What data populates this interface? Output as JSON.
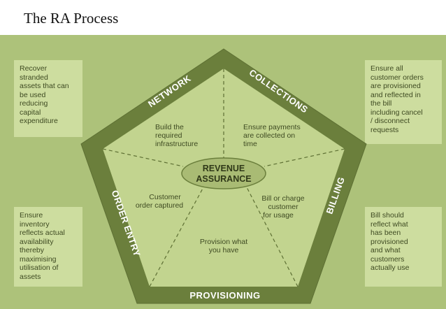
{
  "title": "The RA Process",
  "center": {
    "line1": "REVENUE",
    "line2": "ASSURANCE"
  },
  "bands": {
    "network": "NETWORK",
    "collections": "COLLECTIONS",
    "billing": "BILLING",
    "provisioning": "PROVISIONING",
    "order_entry": "ORDER ENTRY"
  },
  "segments": {
    "network": [
      "Build the",
      "required",
      "infrastructure"
    ],
    "collections": [
      "Ensure payments",
      "are collected on",
      "time"
    ],
    "billing": [
      "Bill or charge",
      "customer",
      "for usage"
    ],
    "provisioning": [
      "Provision what",
      "you have"
    ],
    "order_entry": [
      "Customer",
      "order captured"
    ]
  },
  "notes": {
    "top_left": "Recover\nstranded\nassets that can\nbe used\nreducing\ncapital\nexpenditure",
    "top_right": "Ensure all\ncustomer orders\nare provisioned\nand reflected in\nthe bill\nincluding cancel\n/ disconnect\nrequests",
    "bottom_left": "Ensure\ninventory\nreflects actual\navailability\nthereby\nmaximising\nutilisation of\nassets",
    "bottom_right": "Bill should\nreflect what\nhas been\nprovisioned\nand what\ncustomers\nactually use"
  },
  "colors": {
    "panel": "#adc27a",
    "band": "#6b7f3c",
    "inner": "#c2d48f",
    "note": "#cddd9f",
    "text": "#3e4a22"
  }
}
